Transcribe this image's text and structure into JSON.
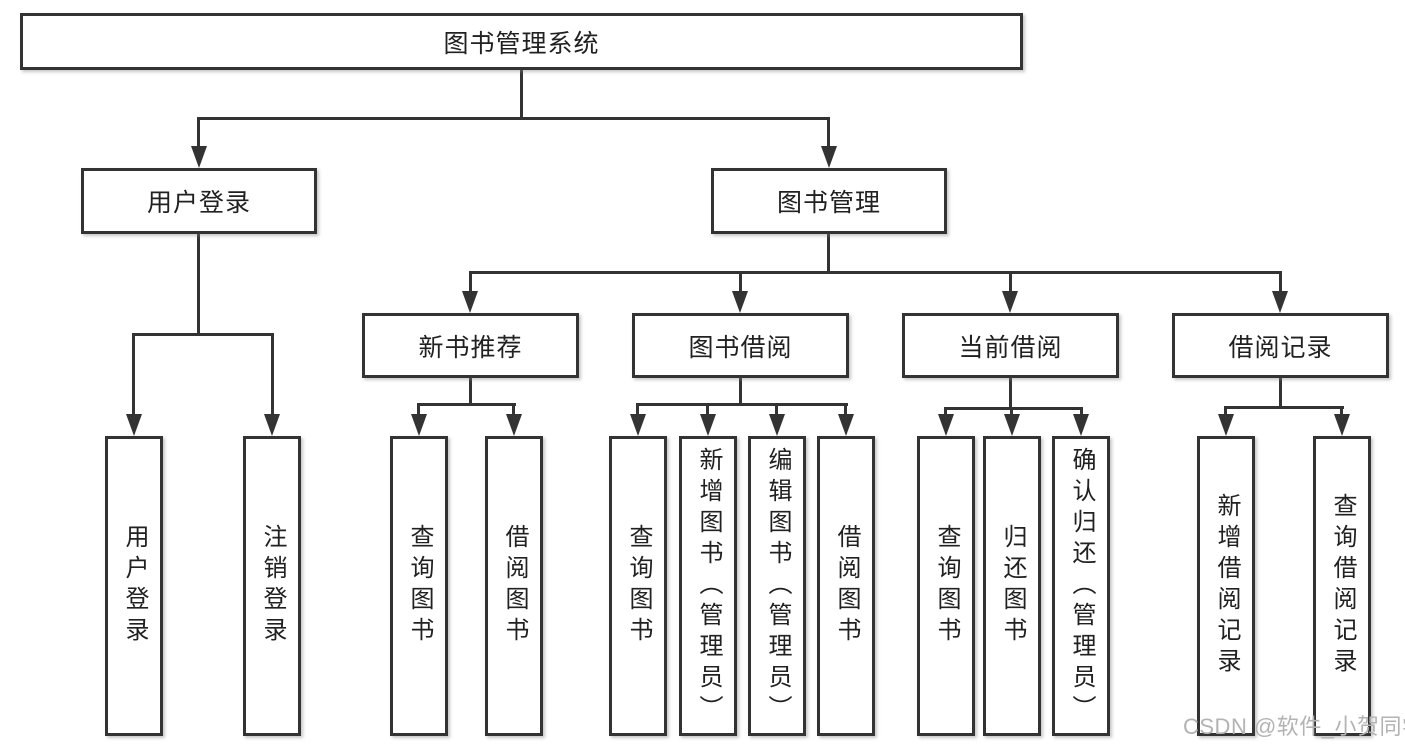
{
  "diagram": {
    "root": {
      "label": "图书管理系统"
    },
    "level2": {
      "user_login": "用户登录",
      "book_mgmt": "图书管理"
    },
    "level3": {
      "new_book_rec": "新书推荐",
      "book_borrow": "图书借阅",
      "current_borrow": "当前借阅",
      "borrow_record": "借阅记录"
    },
    "leaves": {
      "login": "用户登录",
      "logout": "注销登录",
      "rec_query": "查询图书",
      "rec_borrow": "借阅图书",
      "bb_query": "查询图书",
      "bb_add": "新增图书（管理员）",
      "bb_edit": "编辑图书（管理员）",
      "bb_borrow": "借阅图书",
      "cb_query": "查询图书",
      "cb_return": "归还图书",
      "cb_confirm": "确认归还（管理员）",
      "br_add": "新增借阅记录",
      "br_query": "查询借阅记录"
    }
  },
  "watermark": {
    "text": "CSDN @软件_小贺同学",
    "color": "#b3b3b3"
  },
  "colors": {
    "line": "#333333",
    "box_border": "#333333",
    "box_fill": "#ffffff",
    "text": "#212121",
    "background": "#ffffff"
  }
}
